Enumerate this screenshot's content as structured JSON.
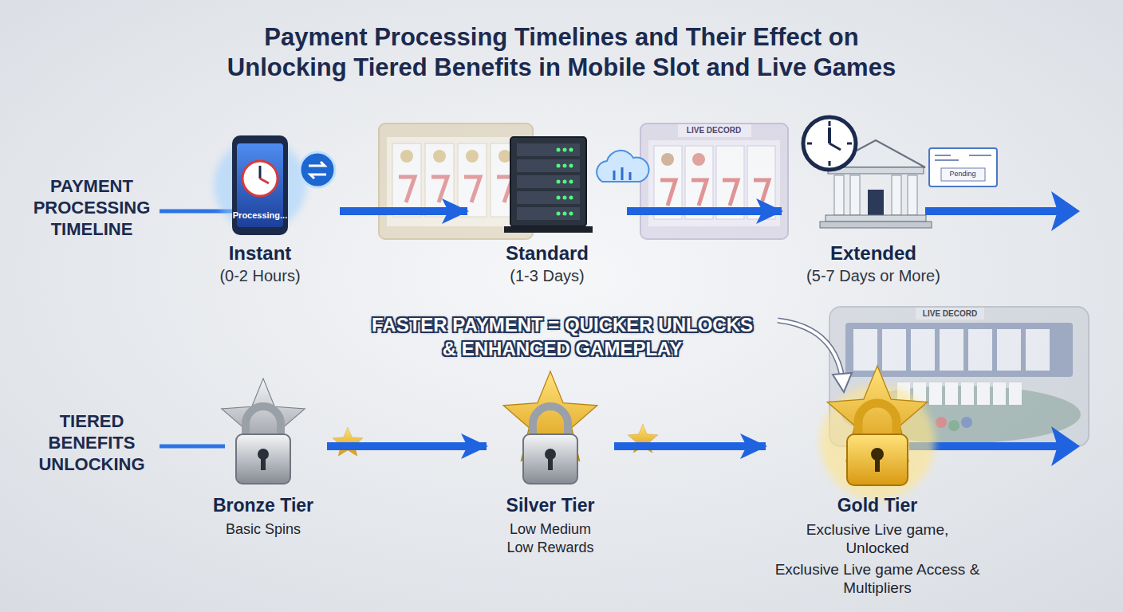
{
  "diagram": {
    "title": "Payment Processing Timelines and Their Effect on Unlocking Tiered Benefits in Mobile Slot and Live Games",
    "nodes": [
      {
        "text": [
          "Instant",
          "(0-2 Hours)"
        ]
      },
      {
        "text": [
          "Standard",
          "(1-3 Days)"
        ]
      },
      {
        "text": [
          "Extended",
          "(5-7 Days or More)"
        ]
      },
      {
        "text": [
          "Bronze Tier",
          "Basic Spins"
        ]
      },
      {
        "text": [
          "Silver Tier",
          "Low Medium Low Rewards"
        ]
      },
      {
        "text": [
          "Gold Tier",
          "Exclusive Live game, Unlocked",
          "Exclusive Live game Access & Multipliers"
        ]
      }
    ],
    "edges": [
      {
        "from": 0,
        "to": 1,
        "arrow": "to"
      },
      {
        "from": 1,
        "to": 2,
        "arrow": "to"
      },
      {
        "from": 3,
        "to": 4,
        "arrow": "to"
      },
      {
        "from": 4,
        "to": 5,
        "arrow": "to"
      }
    ],
    "labels": [
      "PAYMENT PROCESSING TIMELINE",
      "TIERED BENEFITS UNLOCKING",
      "FASTER PAYMENT = QUICKER UNLOCKS & ENHANCED GAMEPLAY",
      "Processing...",
      "LIVE DECORD",
      "Pending",
      "LIVE DECORD"
    ]
  }
}
